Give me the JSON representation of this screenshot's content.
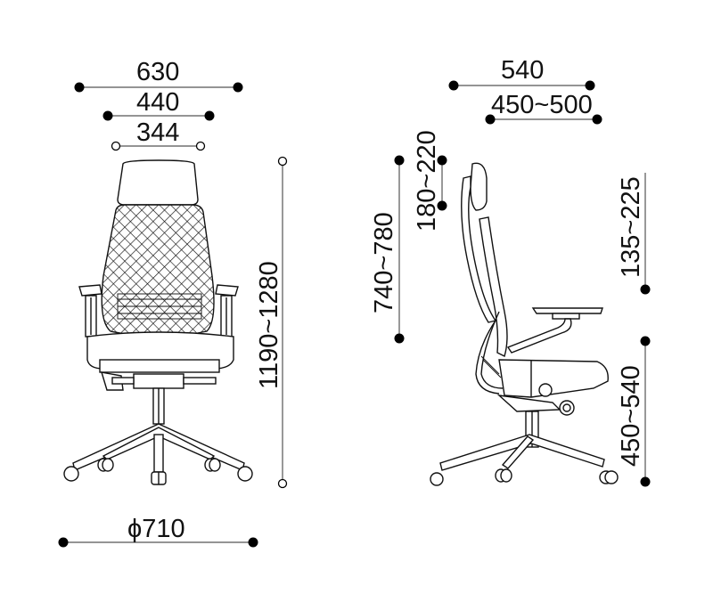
{
  "title": "Office chair dimension drawing",
  "units": "mm",
  "front_view": {
    "dimensions": {
      "overall_width": "630",
      "armrest_width": "440",
      "headrest_width": "344",
      "overall_height": "1190~1280",
      "base_diameter": "ϕ710"
    }
  },
  "side_view": {
    "dimensions": {
      "overall_depth": "540",
      "seat_depth": "450~500",
      "headrest_adjust": "180~220",
      "back_height": "740~780",
      "armrest_height": "135~225",
      "seat_height": "450~540"
    }
  },
  "colors": {
    "line": "#111111",
    "dim_line": "#555555",
    "background": "#ffffff"
  }
}
